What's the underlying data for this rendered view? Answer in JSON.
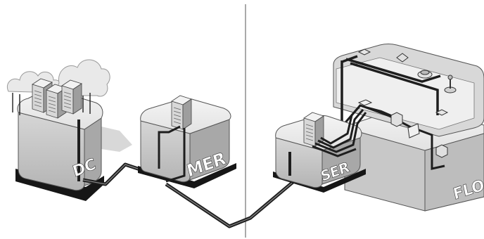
{
  "diagram": {
    "labels": {
      "dc": "DC",
      "mer": "MER",
      "ser": "SER",
      "floor": "FLOOR"
    },
    "nodes": [
      {
        "id": "dc",
        "icon": "server-rack-cluster-with-clouds"
      },
      {
        "id": "mer",
        "icon": "server-rack"
      },
      {
        "id": "ser",
        "icon": "server-rack"
      },
      {
        "id": "floor",
        "icon": "multi-level-floor-with-devices"
      }
    ],
    "colors": {
      "background": "#ffffff",
      "block_top": "#ececec",
      "block_side": "#c4c4c4",
      "base_shadow": "#1a1a1a",
      "cable": "#1e1e1e",
      "cloud": "#e8e8e8",
      "divider": "#666666"
    }
  }
}
